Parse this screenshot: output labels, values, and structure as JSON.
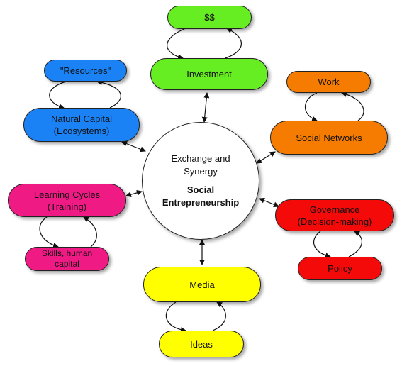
{
  "center": {
    "line1": "Exchange and\nSynergy",
    "line2": "Social\nEntrepreneurship"
  },
  "nodes": {
    "money": {
      "label": "$$",
      "color": "#66ee22"
    },
    "investment": {
      "label": "Investment",
      "color": "#66ee22"
    },
    "resources": {
      "label": "\"Resources\"",
      "color": "#1a82f5"
    },
    "natural_capital": {
      "label": "Natural Capital\n(Ecosystems)",
      "color": "#1a82f5"
    },
    "work": {
      "label": "Work",
      "color": "#f57c00"
    },
    "social_networks": {
      "label": "Social Networks",
      "color": "#f57c00"
    },
    "learning_cycles": {
      "label": "Learning Cycles\n(Training)",
      "color": "#f01a85"
    },
    "skills": {
      "label": "Skills, human\ncapital",
      "color": "#f01a85"
    },
    "governance": {
      "label": "Governance\n(Decision-making)",
      "color": "#f50a0a"
    },
    "policy": {
      "label": "Policy",
      "color": "#f50a0a"
    },
    "media": {
      "label": "Media",
      "color": "#ffff00"
    },
    "ideas": {
      "label": "Ideas",
      "color": "#ffff00"
    }
  }
}
